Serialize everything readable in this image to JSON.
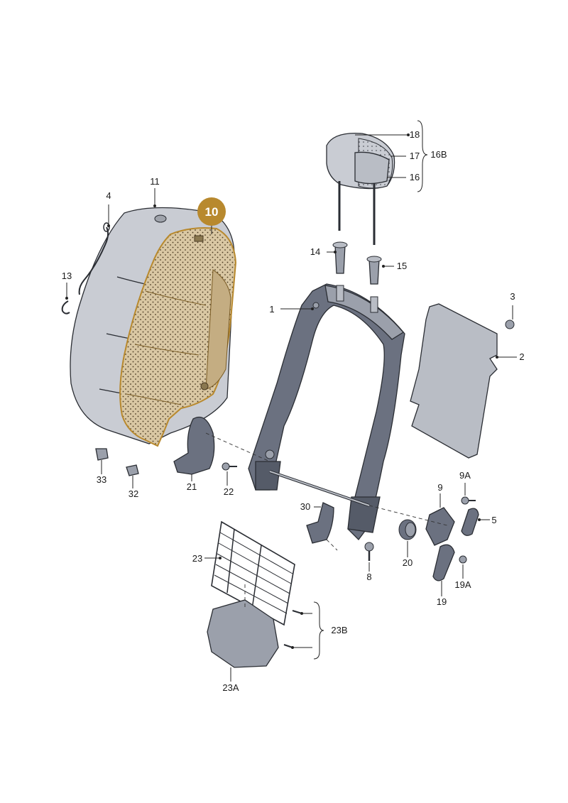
{
  "highlight": {
    "part": "10",
    "color": "#b8892e"
  },
  "colors": {
    "part_fill": "#c9ccd3",
    "frame_fill": "#6b7180",
    "highlight_fill": "#d9c7a3"
  },
  "labels": {
    "p1": "1",
    "p2": "2",
    "p3": "3",
    "p4": "4",
    "p5": "5",
    "p8": "8",
    "p9": "9",
    "p9A": "9A",
    "p10": "10",
    "p11": "11",
    "p13": "13",
    "p14": "14",
    "p15": "15",
    "p16": "16",
    "p16B": "16B",
    "p17": "17",
    "p18": "18",
    "p19": "19",
    "p19A": "19A",
    "p20": "20",
    "p21": "21",
    "p22": "22",
    "p23": "23",
    "p23A": "23A",
    "p23B": "23B",
    "p30": "30",
    "p32": "32",
    "p33": "33"
  }
}
